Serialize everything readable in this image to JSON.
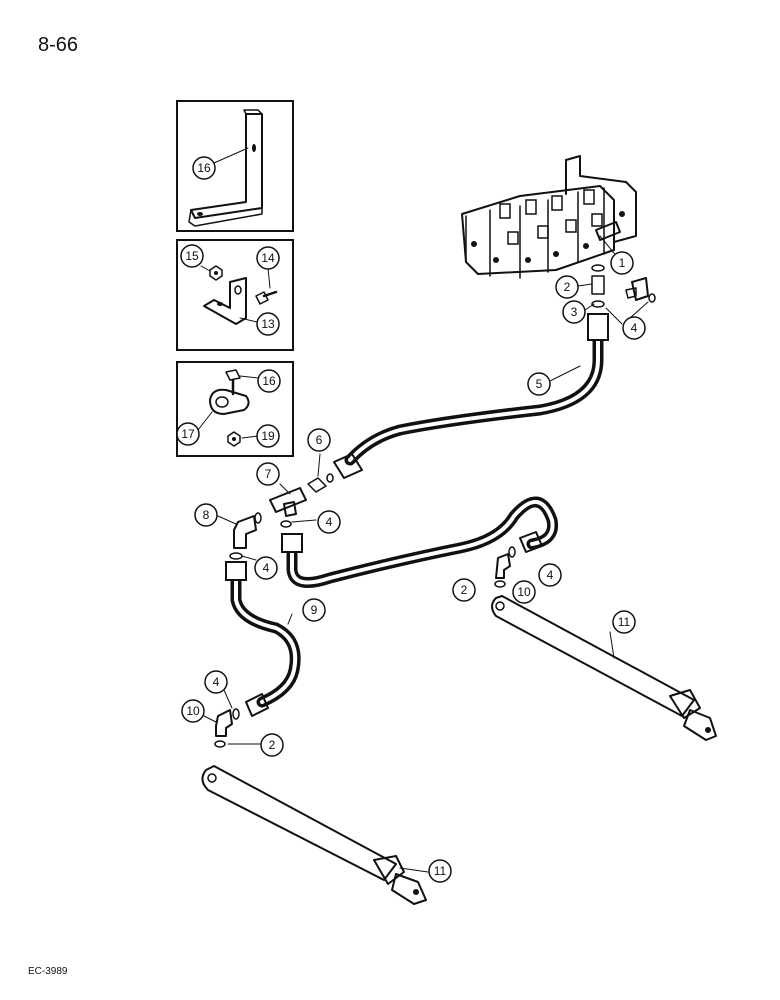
{
  "page_number": "8-66",
  "document_code": "EC-3989",
  "callouts": {
    "c16a": "16",
    "c15": "15",
    "c14": "14",
    "c13": "13",
    "c16b": "16",
    "c17": "17",
    "c19": "19",
    "c1": "1",
    "c2a": "2",
    "c3": "3",
    "c4a": "4",
    "c5": "5",
    "c6": "6",
    "c7": "7",
    "c4b": "4",
    "c8": "8",
    "c4c": "4",
    "c9": "9",
    "c2b": "2",
    "c10a": "10",
    "c4d": "4",
    "c11a": "11",
    "c4e": "4",
    "c10b": "10",
    "c2c": "2",
    "c11b": "11"
  }
}
